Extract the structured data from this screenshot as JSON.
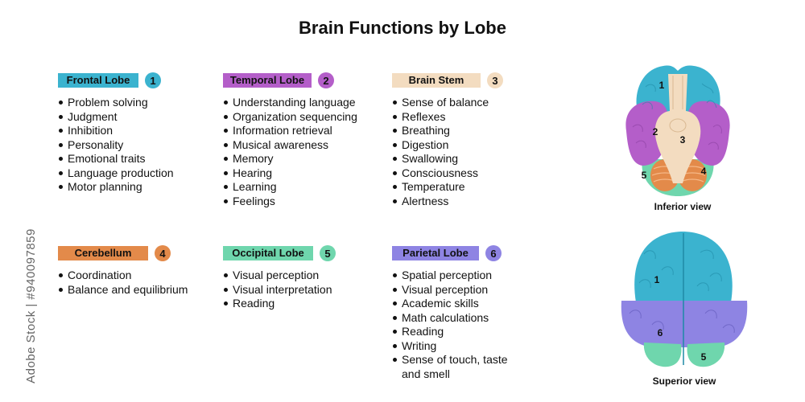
{
  "title": "Brain Functions by Lobe",
  "lobes": [
    {
      "label": "Frontal Lobe",
      "number": "1",
      "color": "#3bb3cf",
      "items": [
        "Problem solving",
        "Judgment",
        "Inhibition",
        "Personality",
        "Emotional traits",
        "Language production",
        "Motor planning"
      ]
    },
    {
      "label": "Temporal Lobe",
      "number": "2",
      "color": "#b45ec9",
      "items": [
        "Understanding language",
        "Organization sequencing",
        "Information retrieval",
        "Musical awareness",
        "Memory",
        "Hearing",
        "Learning",
        "Feelings"
      ]
    },
    {
      "label": "Brain Stem",
      "number": "3",
      "color": "#f3dcc0",
      "items": [
        "Sense of balance",
        "Reflexes",
        "Breathing",
        "Digestion",
        "Swallowing",
        "Consciousness",
        "Temperature",
        "Alertness"
      ]
    },
    {
      "label": "Cerebellum",
      "number": "4",
      "color": "#e38a4a",
      "items": [
        "Coordination",
        "Balance and equilibrium"
      ]
    },
    {
      "label": "Occipital Lobe",
      "number": "5",
      "color": "#6fd6ad",
      "items": [
        "Visual perception",
        "Visual interpretation",
        "Reading"
      ]
    },
    {
      "label": "Parietal Lobe",
      "number": "6",
      "color": "#8e84e3",
      "items": [
        "Spatial perception",
        "Visual perception",
        "Academic skills",
        "Math calculations",
        "Reading",
        "Writing",
        "Sense of touch, taste and smell"
      ]
    }
  ],
  "inferior_view": {
    "caption": "Inferior view",
    "labels": [
      "1",
      "2",
      "3",
      "4",
      "5"
    ]
  },
  "superior_view": {
    "caption": "Superior view",
    "labels": [
      "1",
      "6",
      "5"
    ]
  },
  "watermark": "Adobe Stock | #940097859"
}
